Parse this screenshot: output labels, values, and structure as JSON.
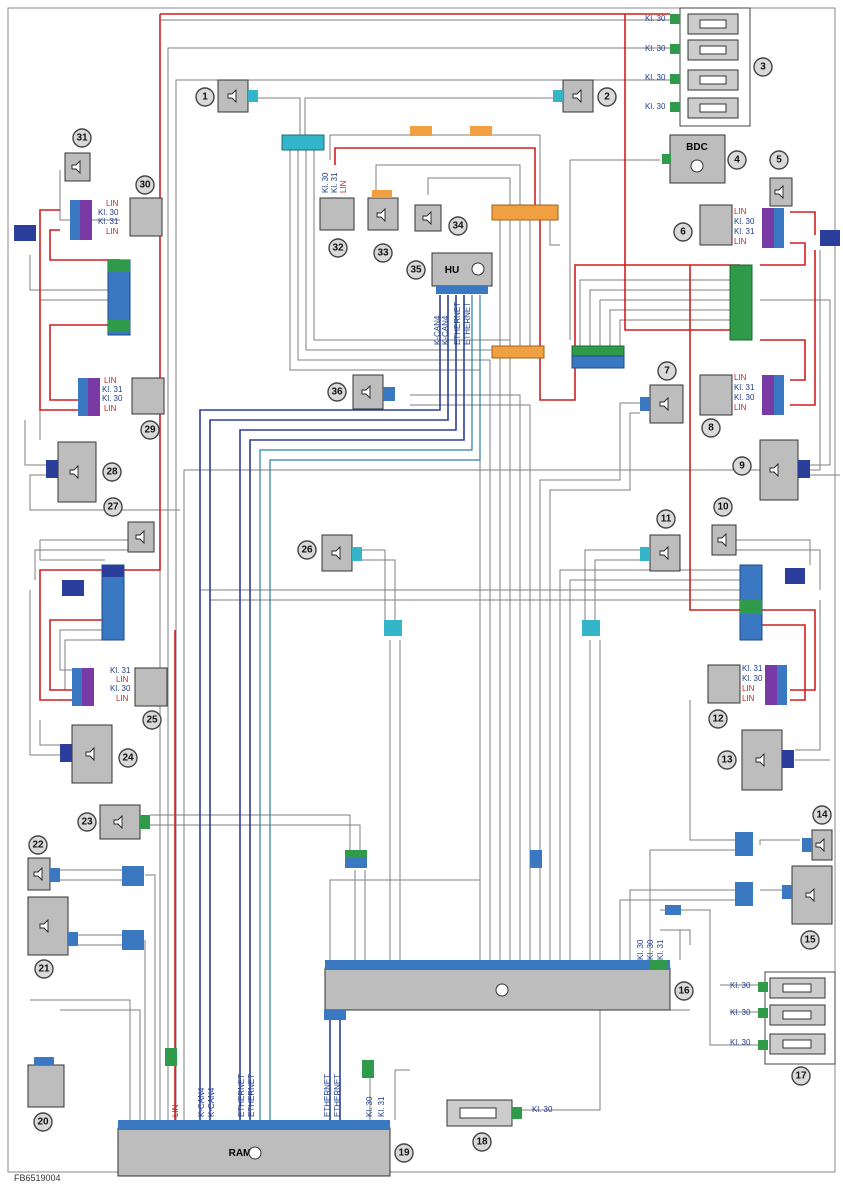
{
  "labels": {
    "hu": "HU",
    "bdc": "BDC",
    "ram": "RAM",
    "kl30": "Kl. 30",
    "kl31": "Kl. 31",
    "lin": "LIN",
    "kcan4": "K-CAN4",
    "ethernet": "ETHERNET"
  },
  "footer": "FB6519004",
  "components": [
    "1",
    "2",
    "3",
    "4",
    "5",
    "6",
    "7",
    "8",
    "9",
    "10",
    "11",
    "12",
    "13",
    "14",
    "15",
    "16",
    "17",
    "18",
    "19",
    "20",
    "21",
    "22",
    "23",
    "24",
    "25",
    "26",
    "27",
    "28",
    "29",
    "30",
    "31",
    "32",
    "33",
    "34",
    "35",
    "36"
  ],
  "colors": {
    "power": "#d21f1f",
    "bus": "#2c3e9b",
    "signal": "#7f7f7f",
    "conn_blue": "#3b78c2",
    "conn_green": "#2e9a4a",
    "conn_purple": "#7a3aa5",
    "conn_orange": "#f0a040",
    "conn_cyan": "#33b6c9"
  }
}
